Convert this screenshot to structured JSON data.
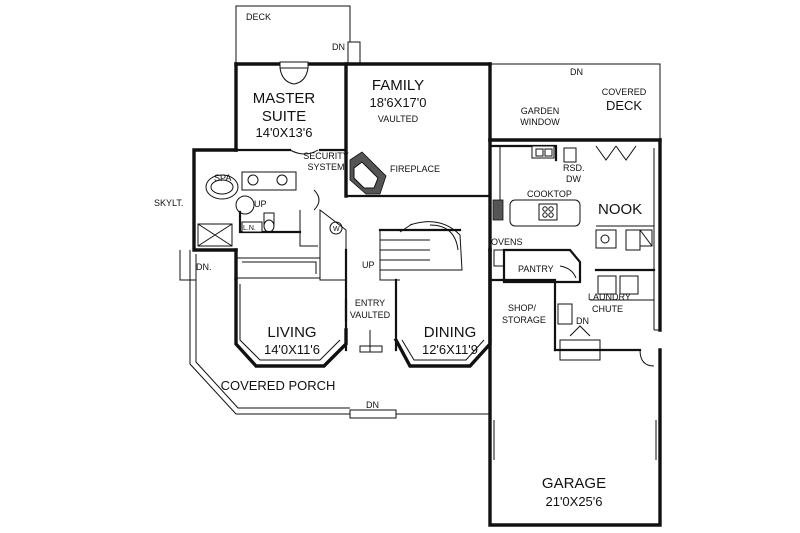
{
  "rooms": {
    "master_suite": {
      "name_line1": "MASTER",
      "name_line2": "SUITE",
      "size": "14'0X13'6"
    },
    "family": {
      "name": "FAMILY",
      "size": "18'6X17'0",
      "note": "VAULTED"
    },
    "living": {
      "name": "LIVING",
      "size": "14'0X11'6"
    },
    "dining": {
      "name": "DINING",
      "size": "12'6X11'9"
    },
    "entry": {
      "name": "ENTRY",
      "note": "VAULTED"
    },
    "nook": {
      "name": "NOOK"
    },
    "garage": {
      "name": "GARAGE",
      "size": "21'0X25'6"
    },
    "covered_deck": {
      "line1": "COVERED",
      "line2": "DECK"
    },
    "covered_porch": {
      "name": "COVERED PORCH"
    },
    "deck": {
      "name": "DECK"
    },
    "pantry": {
      "name": "PANTRY"
    },
    "shop_storage": {
      "line1": "SHOP/",
      "line2": "STORAGE"
    },
    "laundry_chute": {
      "line1": "LAUNDRY",
      "line2": "CHUTE"
    }
  },
  "labels": {
    "dn_deck": "DN",
    "dn_covered_deck": "DN",
    "dn_porch": "DN",
    "dn_left": "DN.",
    "dn_laundry": "DN",
    "up_stair": "UP",
    "up_bath": "UP",
    "security_line1": "SECURITY",
    "security_line2": "SYSTEM",
    "fireplace": "FIREPLACE",
    "garden_line1": "GARDEN",
    "garden_line2": "WINDOW",
    "rsd": "RSD.",
    "dw": "DW",
    "cooktop": "COOKTOP",
    "ovens": "OVENS",
    "spa": "SPA",
    "skylight": "SKYLT.",
    "linen": "L.N.",
    "washer": "W"
  }
}
